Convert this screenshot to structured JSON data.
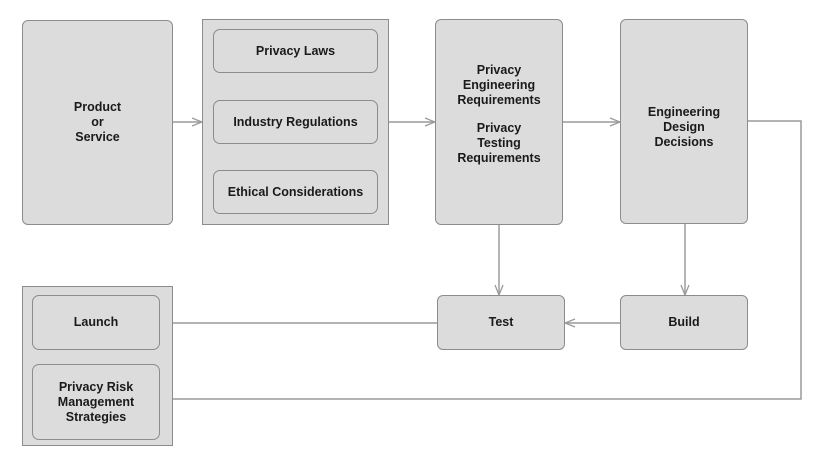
{
  "nodes": {
    "product": [
      "Product",
      "or",
      "Service"
    ],
    "privacy_laws": "Privacy Laws",
    "industry_regulations": "Industry Regulations",
    "ethical_considerations": "Ethical Considerations",
    "privacy_engineering_requirements": [
      "Privacy",
      "Engineering",
      "Requirements"
    ],
    "privacy_testing_requirements": [
      "Privacy",
      "Testing",
      "Requirements"
    ],
    "engineering_design_decisions": [
      "Engineering",
      "Design",
      "Decisions"
    ],
    "test": "Test",
    "build": "Build",
    "launch": "Launch",
    "privacy_risk_management_strategies": [
      "Privacy Risk",
      "Management",
      "Strategies"
    ]
  },
  "colors": {
    "box_fill": "#dcdcdc",
    "box_border": "#8c8c8c",
    "arrow": "#9a9a9a",
    "text": "#1a1a1a"
  }
}
